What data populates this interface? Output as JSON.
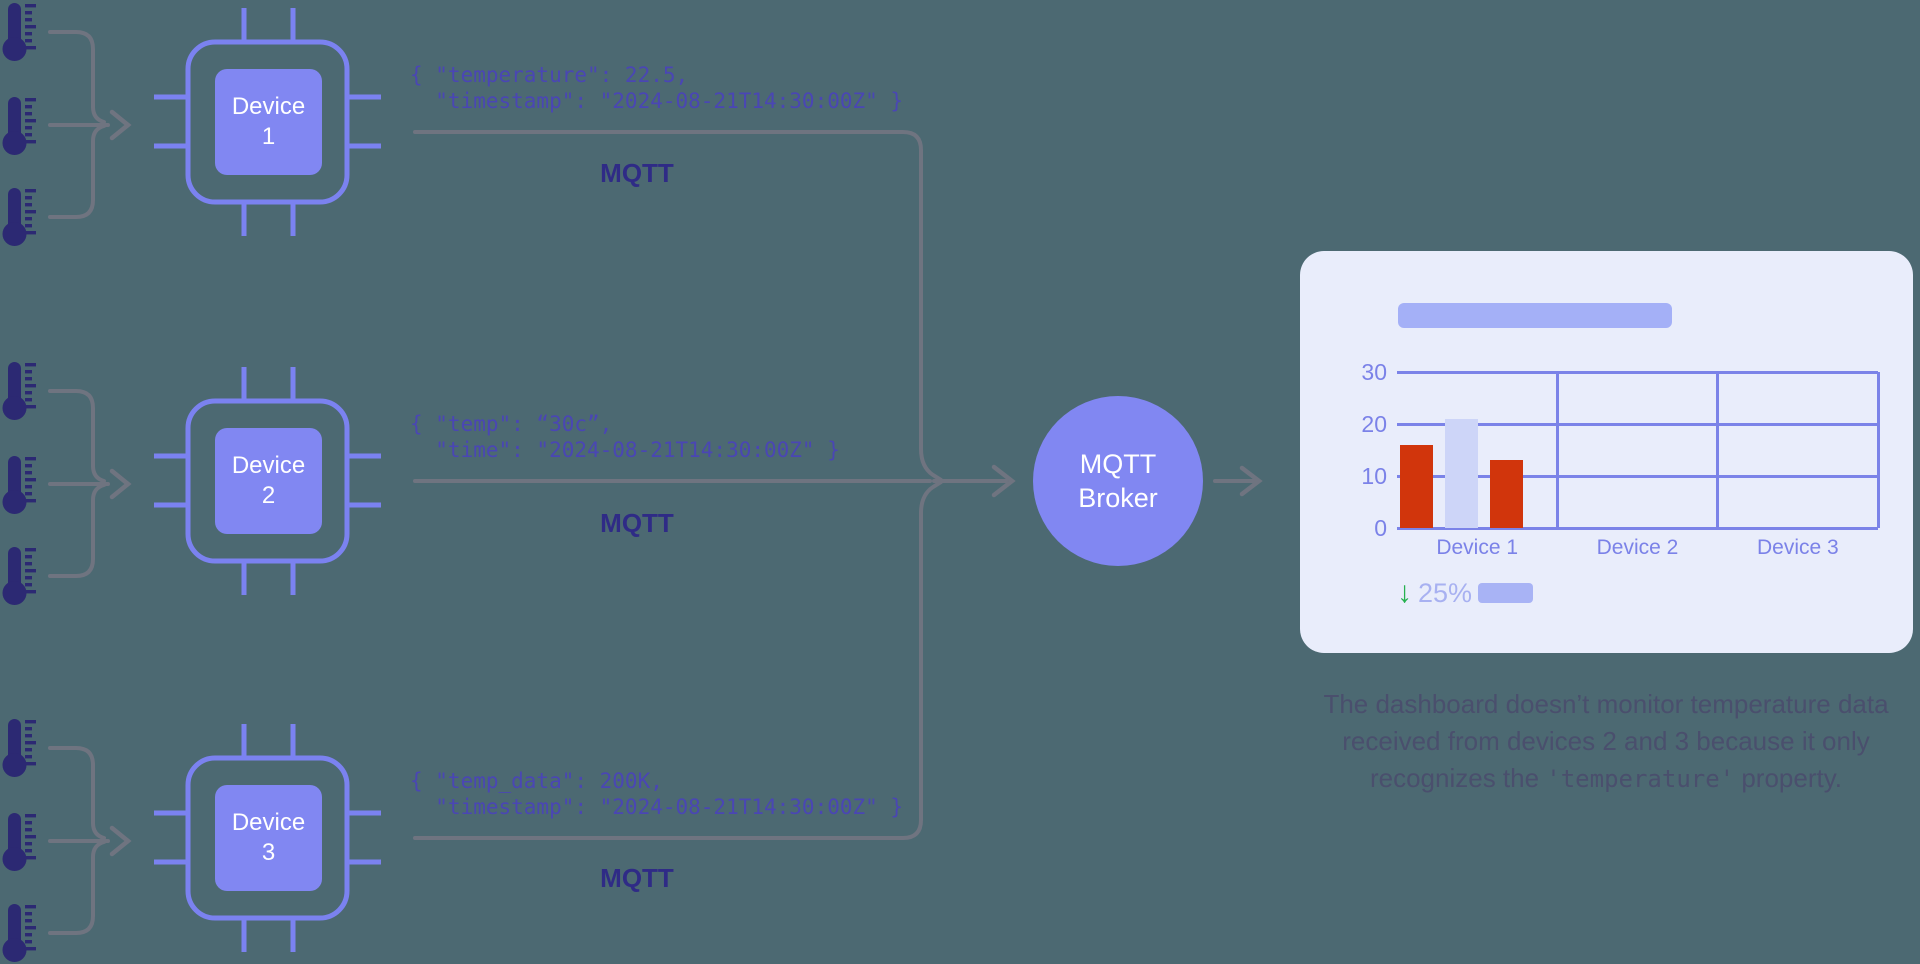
{
  "colors": {
    "background": "#4c6972",
    "periwinkle": "#7b82f0",
    "chip_fill": "#8187f2",
    "navy_icon": "#2c2973",
    "gray_line": "#6f7480",
    "json_text": "#4a46b4",
    "mqtt_label": "#2f2b86",
    "card_bg": "#e9edfb",
    "grid": "#7b83e8",
    "bar_red": "#d1350c",
    "bar_light": "#cdd5f8",
    "accent_light": "#a4b0f7",
    "green": "#26b14f"
  },
  "devices": [
    {
      "label": "Device 1",
      "payload": "{ \"temperature\": 22.5,\n  \"timestamp\": \"2024-08-21T14:30:00Z\" }",
      "protocol": "MQTT"
    },
    {
      "label": "Device 2",
      "payload": "{ \"temp\": “30c”,\n  \"time\": \"2024-08-21T14:30:00Z\" }",
      "protocol": "MQTT"
    },
    {
      "label": "Device 3",
      "payload": "{ \"temp_data\": 200K,\n  \"timestamp\": \"2024-08-21T14:30:00Z\" }",
      "protocol": "MQTT"
    }
  ],
  "broker": {
    "label": "MQTT Broker"
  },
  "dashboard": {
    "indicator": {
      "arrow_glyph": "↓",
      "direction": "down",
      "value": "25%"
    }
  },
  "caption": {
    "part1": "The dashboard doesn’t monitor temperature data received from devices 2 and 3 because it only recognizes the ",
    "code": "'temperature'",
    "part2": " property."
  },
  "chart_data": {
    "type": "bar",
    "title": "",
    "categories": [
      "Device 1",
      "Device 2",
      "Device 3"
    ],
    "series": [
      {
        "category": "Device 1",
        "values": [
          16,
          21,
          13
        ],
        "colors": [
          "#d1350c",
          "#cdd5f8",
          "#d1350c"
        ]
      },
      {
        "category": "Device 2",
        "values": [],
        "colors": []
      },
      {
        "category": "Device 3",
        "values": [],
        "colors": []
      }
    ],
    "yticks": [
      0,
      10,
      20,
      30
    ],
    "ylim": [
      0,
      30
    ],
    "grid": true,
    "legend_position": "none",
    "note_indicator": "down 25%"
  }
}
